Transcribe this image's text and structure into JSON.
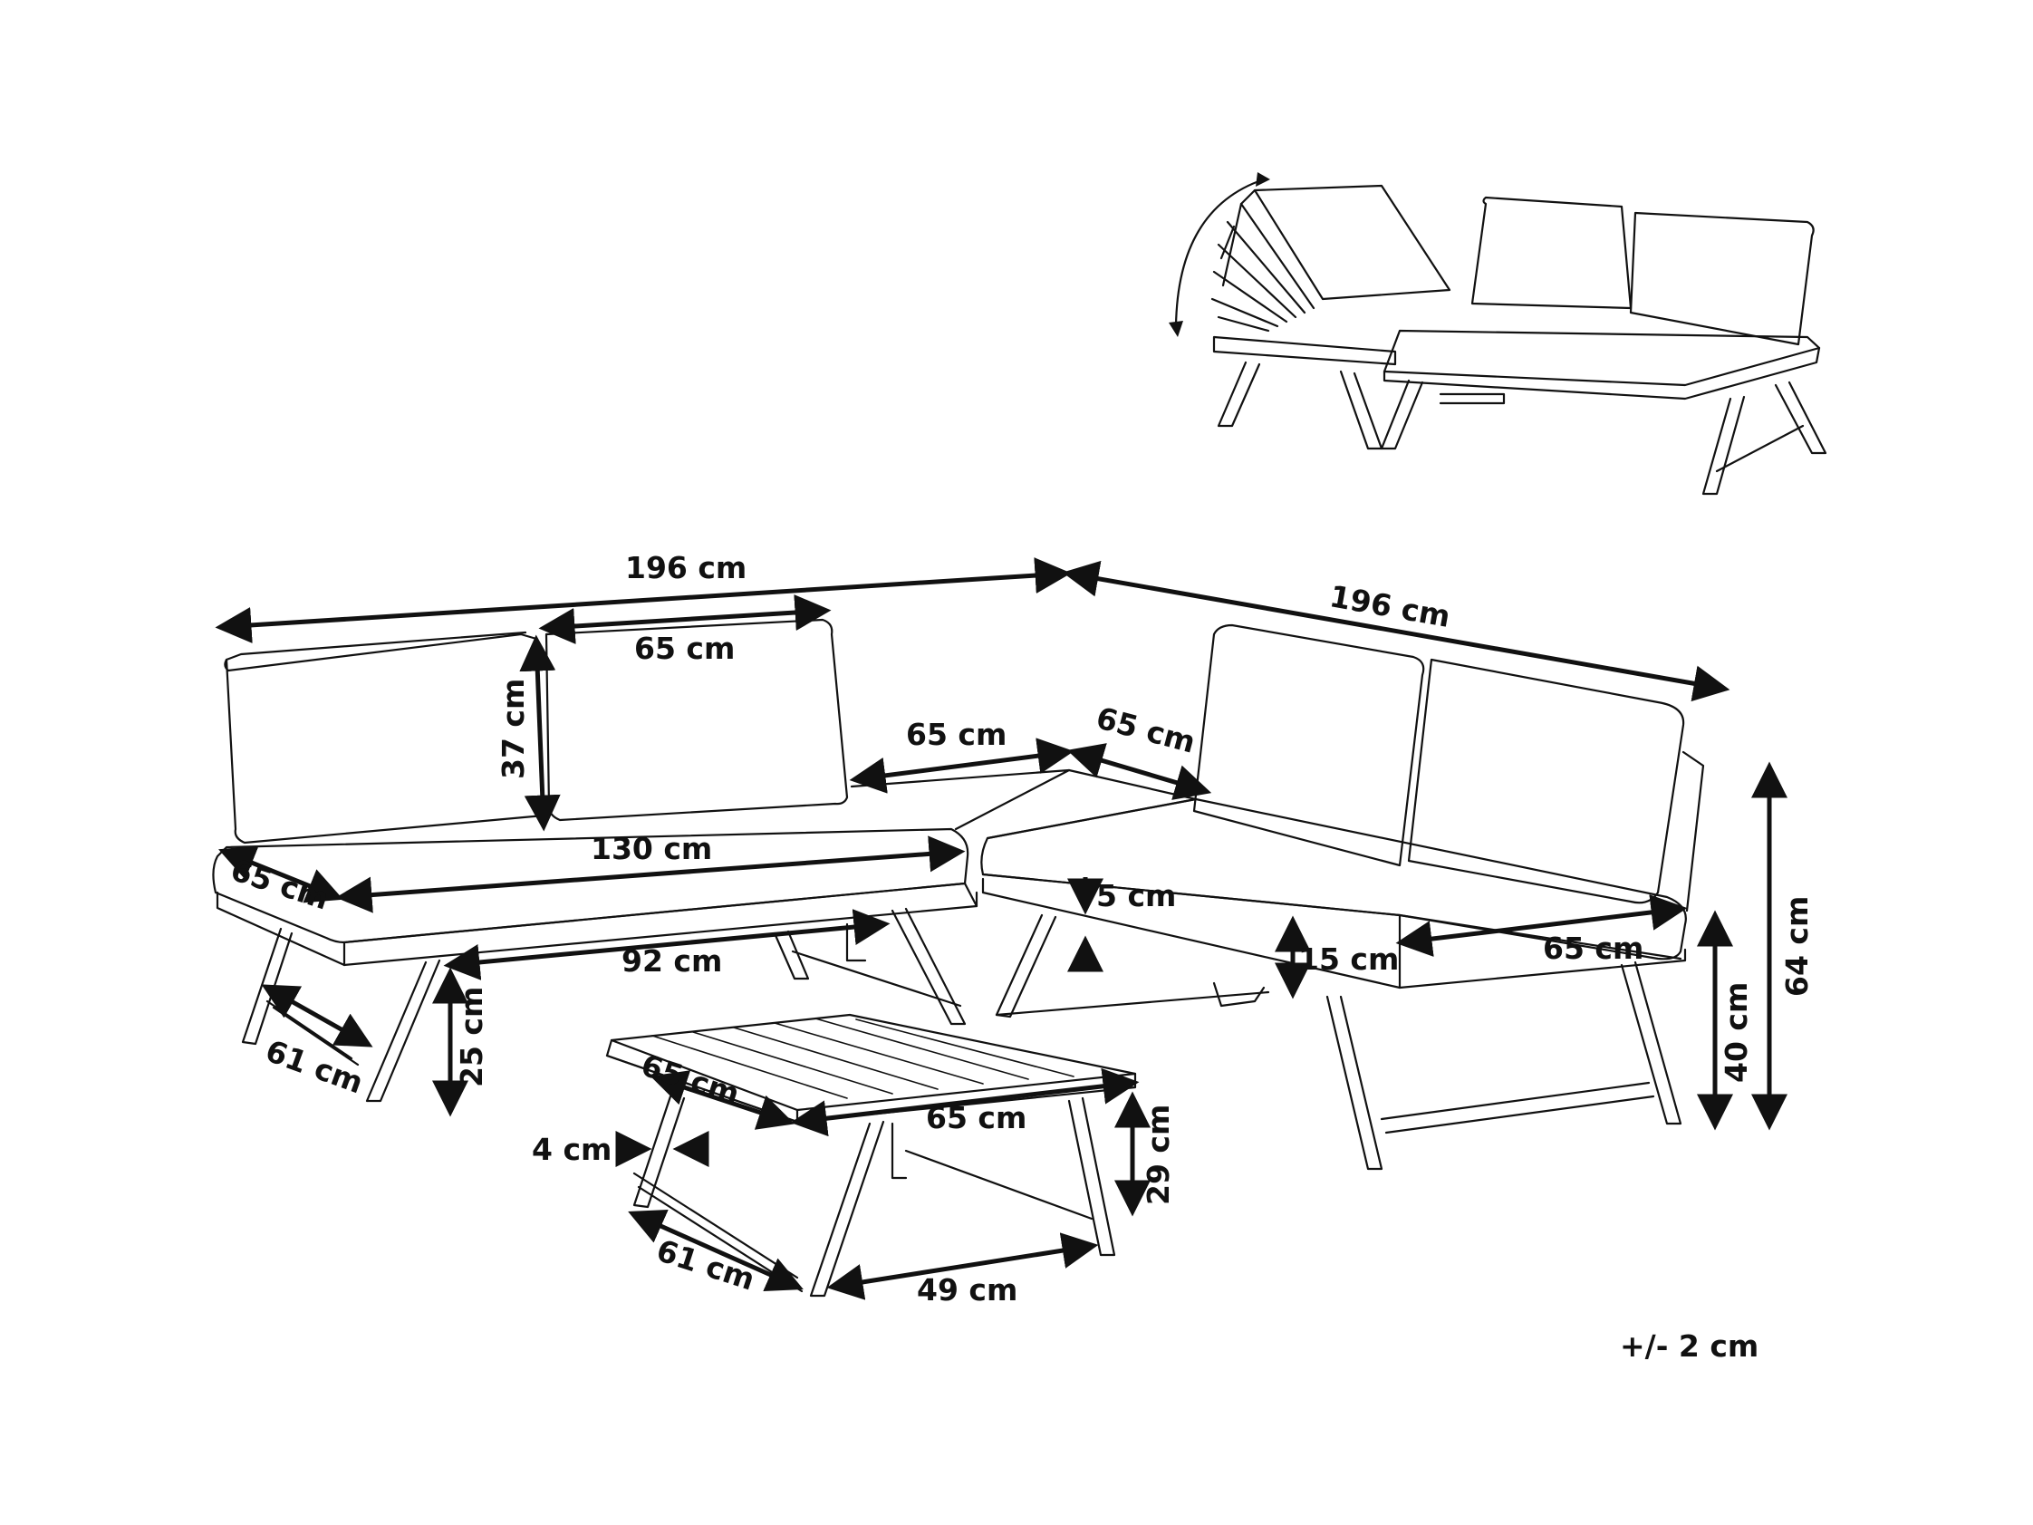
{
  "dimensions": {
    "total_width_left": "196 cm",
    "total_width_right": "196 cm",
    "back_cushion_width": "65 cm",
    "back_cushion_height": "37 cm",
    "corner_depth_left": "65 cm",
    "corner_depth_right": "65 cm",
    "seat_length": "130 cm",
    "seat_depth_left": "65 cm",
    "seat_depth_right": "65 cm",
    "leg_spacing": "92 cm",
    "leg_depth": "61 cm",
    "ground_clearance": "25 cm",
    "cushion_thickness_small": "5 cm",
    "cushion_thickness": "15 cm",
    "seat_height": "40 cm",
    "total_height": "64 cm",
    "table_depth": "65 cm",
    "table_width": "65 cm",
    "table_leg_width": "4 cm",
    "table_height": "29 cm",
    "table_leg_depth": "61 cm",
    "table_leg_spacing": "49 cm"
  },
  "tolerance": "+/- 2 cm"
}
